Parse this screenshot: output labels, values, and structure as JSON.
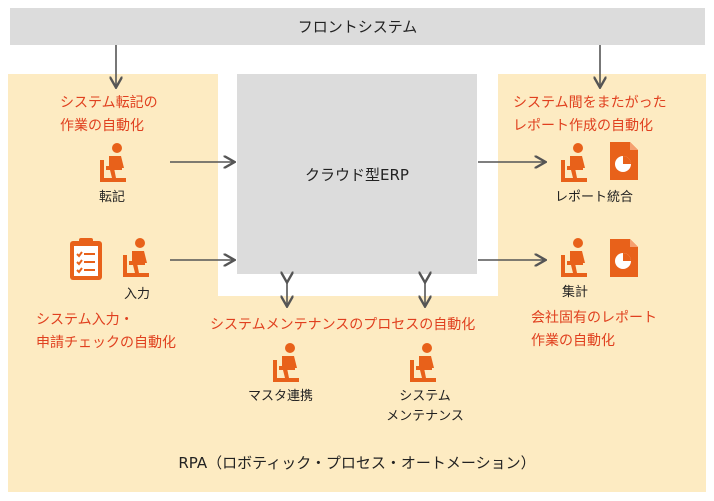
{
  "front_system": "フロントシステム",
  "cloud_erp": "クラウド型ERP",
  "rpa_label": "RPA（ロボティック・プロセス・オートメーション）",
  "left": {
    "transfer_heading_line1": "システム転記の",
    "transfer_heading_line2": "作業の自動化",
    "transfer_label": "転記",
    "input_label": "入力",
    "input_heading_line1": "システム入力・",
    "input_heading_line2": "申請チェックの自動化"
  },
  "right": {
    "report_heading_line1": "システム間をまたがった",
    "report_heading_line2": "レポート作成の自動化",
    "report_label": "レポート統合",
    "aggregate_label": "集計",
    "aggregate_heading_line1": "会社固有のレポート",
    "aggregate_heading_line2": "作業の自動化"
  },
  "bottom": {
    "maintenance_heading": "システムメンテナンスのプロセスの自動化",
    "master_label": "マスタ連携",
    "system_label_line1": "システム",
    "system_label_line2": "メンテナンス"
  },
  "colors": {
    "accent": "#e0401f",
    "icon_orange": "#e8611a",
    "rpa_bg": "#fdebc2",
    "box_gray": "#dcdcdc",
    "arrow": "#555555"
  },
  "icons": [
    "person-at-desk-icon",
    "clipboard-checklist-icon",
    "pie-chart-document-icon"
  ]
}
